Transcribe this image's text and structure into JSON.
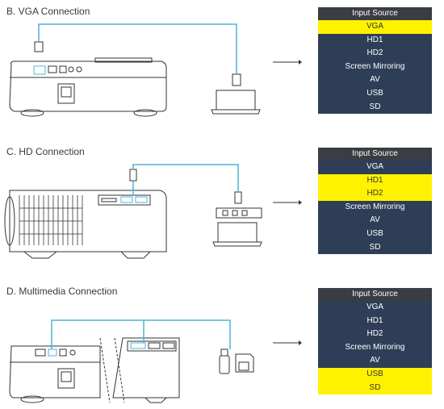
{
  "colors": {
    "menu_bg": "#2e3e57",
    "menu_header_bg": "#3a3d44",
    "highlight": "#fff200",
    "cable": "#4fb3d9",
    "device_outline": "#333333"
  },
  "sections": [
    {
      "title": "B. VGA Connection",
      "menu": {
        "header": "Input Source",
        "items": [
          {
            "label": "VGA",
            "selected": true
          },
          {
            "label": "HD1",
            "selected": false
          },
          {
            "label": "HD2",
            "selected": false
          },
          {
            "label": "Screen Mirroring",
            "selected": false
          },
          {
            "label": "AV",
            "selected": false
          },
          {
            "label": "USB",
            "selected": false
          },
          {
            "label": "SD",
            "selected": false
          }
        ]
      }
    },
    {
      "title": "C. HD Connection",
      "menu": {
        "header": "Input Source",
        "items": [
          {
            "label": "VGA",
            "selected": false
          },
          {
            "label": "HD1",
            "selected": true
          },
          {
            "label": "HD2",
            "selected": true
          },
          {
            "label": "Screen Mirroring",
            "selected": false
          },
          {
            "label": "AV",
            "selected": false
          },
          {
            "label": "USB",
            "selected": false
          },
          {
            "label": "SD",
            "selected": false
          }
        ]
      }
    },
    {
      "title": "D. Multimedia Connection",
      "menu": {
        "header": "Input Source",
        "items": [
          {
            "label": "VGA",
            "selected": false
          },
          {
            "label": "HD1",
            "selected": false
          },
          {
            "label": "HD2",
            "selected": false
          },
          {
            "label": "Screen Mirroring",
            "selected": false
          },
          {
            "label": "AV",
            "selected": false
          },
          {
            "label": "USB",
            "selected": true
          },
          {
            "label": "SD",
            "selected": true
          }
        ]
      }
    }
  ]
}
